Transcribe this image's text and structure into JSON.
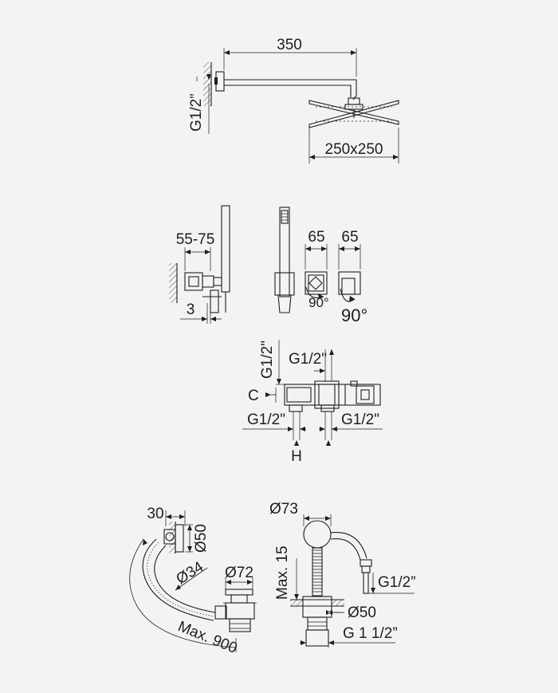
{
  "sections": {
    "shower_head": {
      "arm_length": "350",
      "inlet_thread": "G1/2”",
      "head_size": "250x250"
    },
    "hand_shower": {
      "wall_distance": "55-75",
      "wall_offset": "3",
      "width_left": "65",
      "width_right": "65",
      "rotation_small": "90°",
      "rotation_large": "90°"
    },
    "mixer_body": {
      "top_connection": "G1/2\"",
      "top_outlet": "G1/2\"",
      "cold_marker": "C",
      "bottom_left": "G1/2\"",
      "bottom_right": "G1/2\"",
      "hot_marker": "H"
    },
    "bath_waste": {
      "overflow_depth": "30",
      "overflow_dia": "Ø50",
      "hose_dia": "Ø34",
      "plug_dia": "Ø72",
      "hose_length": "Max. 900",
      "valve_dia": "Ø73",
      "valve_height": "Max. 15",
      "supply_thread": "G1/2”",
      "drain_dia": "Ø50",
      "drain_thread": "G 1 1/2”"
    }
  },
  "colors": {
    "ink": "#1e1e1e",
    "background": "#f3f3f3"
  }
}
